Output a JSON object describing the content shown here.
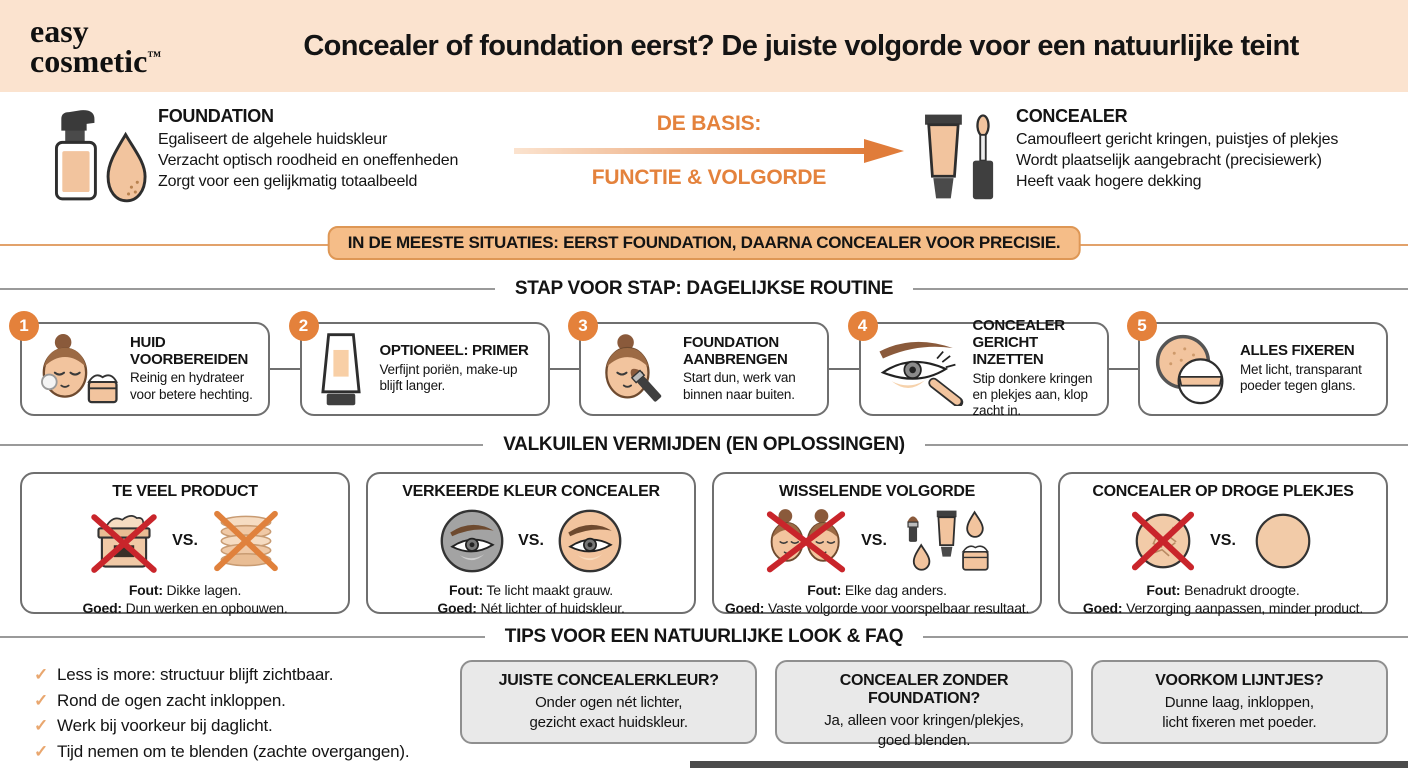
{
  "colors": {
    "header_bg": "#FBE3CF",
    "accent_orange": "#E4823C",
    "banner_bg": "#F5BD88",
    "banner_border": "#DE9755",
    "skin_tone": "#F2C49E",
    "error_red": "#C9252B",
    "faq_bg": "#E9E9E9"
  },
  "icons": {
    "check": "✓",
    "vs": "VS."
  },
  "header": {
    "logo_line1": "easy",
    "logo_line2": "cosmetic",
    "logo_tm": "™",
    "title": "Concealer of foundation eerst? De juiste volgorde voor een natuurlijke teint"
  },
  "basis": {
    "foundation": {
      "title": "FOUNDATION",
      "line1": "Egaliseert de algehele huidskleur",
      "line2": "Verzacht optisch roodheid en oneffenheden",
      "line3": "Zorgt voor een gelijkmatig totaalbeeld"
    },
    "center": {
      "line1": "DE BASIS:",
      "line2": "FUNCTIE & VOLGORDE"
    },
    "concealer": {
      "title": "CONCEALER",
      "line1": "Camoufleert gericht kringen, puistjes of plekjes",
      "line2": "Wordt plaatselijk aangebracht (precisiewerk)",
      "line3": "Heeft vaak hogere dekking"
    },
    "banner": "IN DE MEESTE SITUATIES: EERST FOUNDATION, DAARNA CONCEALER VOOR PRECISIE."
  },
  "routine": {
    "heading": "STAP VOOR STAP: DAGELIJKSE ROUTINE",
    "steps": [
      {
        "number": "1",
        "title": "HUID VOORBEREIDEN",
        "desc": "Reinig en hydrateer voor betere hechting."
      },
      {
        "number": "2",
        "title": "OPTIONEEL: PRIMER",
        "desc": "Verfijnt poriën, make-up blijft langer."
      },
      {
        "number": "3",
        "title": "FOUNDATION AANBRENGEN",
        "desc": "Start dun, werk van binnen naar buiten."
      },
      {
        "number": "4",
        "title": "CONCEALER GERICHT INZETTEN",
        "desc": "Stip donkere kringen en plekjes aan, klop zacht in."
      },
      {
        "number": "5",
        "title": "ALLES FIXEREN",
        "desc": "Met licht, transparant poeder tegen glans."
      }
    ]
  },
  "pitfalls": {
    "heading": "VALKUILEN VERMIJDEN (EN OPLOSSINGEN)",
    "fout_label": "Fout:",
    "goed_label": "Goed:",
    "items": [
      {
        "title": "TE VEEL PRODUCT",
        "fout": "Dikke lagen.",
        "goed": "Dun werken en opbouwen."
      },
      {
        "title": "VERKEERDE KLEUR CONCEALER",
        "fout": "Te licht maakt grauw.",
        "goed": "Nét lichter of huidskleur."
      },
      {
        "title": "WISSELENDE VOLGORDE",
        "fout": "Elke dag anders.",
        "goed": "Vaste volgorde voor voorspelbaar resultaat."
      },
      {
        "title": "CONCEALER OP DROGE PLEKJES",
        "fout": "Benadrukt droogte.",
        "goed": "Verzorging aanpassen, minder product."
      }
    ]
  },
  "tips": {
    "heading": "TIPS VOOR EEN NATUURLIJKE LOOK & FAQ",
    "checklist": [
      "Less is more: structuur blijft zichtbaar.",
      "Rond de ogen zacht inkloppen.",
      "Werk bij voorkeur bij daglicht.",
      "Tijd nemen om te blenden (zachte overgangen)."
    ],
    "faqs": [
      {
        "q": "JUISTE CONCEALERKLEUR?",
        "a": "Onder ogen nét lichter,\ngezicht exact huidskleur."
      },
      {
        "q": "CONCEALER ZONDER FOUNDATION?",
        "a": "Ja, alleen voor kringen/plekjes,\ngoed blenden."
      },
      {
        "q": "VOORKOM LIJNTJES?",
        "a": "Dunne laag, inkloppen,\nlicht fixeren met poeder."
      }
    ]
  }
}
